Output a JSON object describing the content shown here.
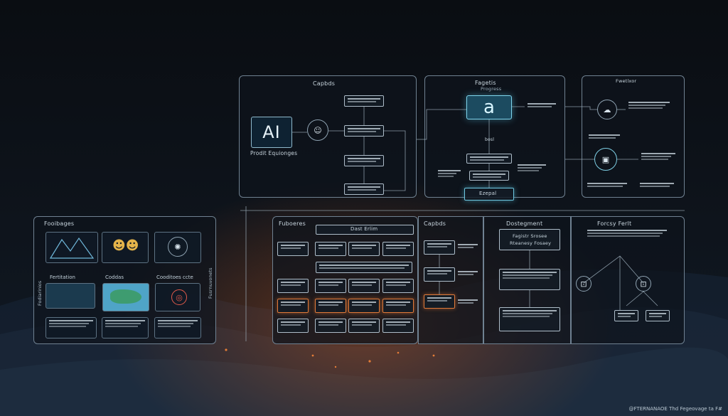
{
  "panels": {
    "top_left": {
      "title": "Capbds"
    },
    "top_mid": {
      "title": "Fagetis",
      "subtitle": "Progress",
      "tag": "Ezepal"
    },
    "top_right": {
      "title": "Fwetlxor"
    },
    "left": {
      "title": "Fooibages",
      "row2": [
        "Fertitation",
        "Coddas",
        "Cooditoes ccte"
      ],
      "side_labels": [
        "Fodiarinios",
        "Fusrnuvonets"
      ]
    },
    "bottom_center": {
      "title": "Fuboeres",
      "header_box": "Dast Erlim"
    },
    "bottom_capbds": {
      "title": "Capbds"
    },
    "bottom_dev": {
      "title": "Dostegment",
      "top_box": "Fagistr Srosee",
      "top_box_2": "Rteanesy Fosaey"
    },
    "bottom_right": {
      "title": "Forcsy Ferlt"
    }
  },
  "ai": {
    "label": "AI",
    "caption": "Prodit Equionges"
  },
  "a_box": {
    "label": "a",
    "under": "bosl"
  },
  "signature": "@FTERNANAOE Thd Fegeovage ta F#"
}
